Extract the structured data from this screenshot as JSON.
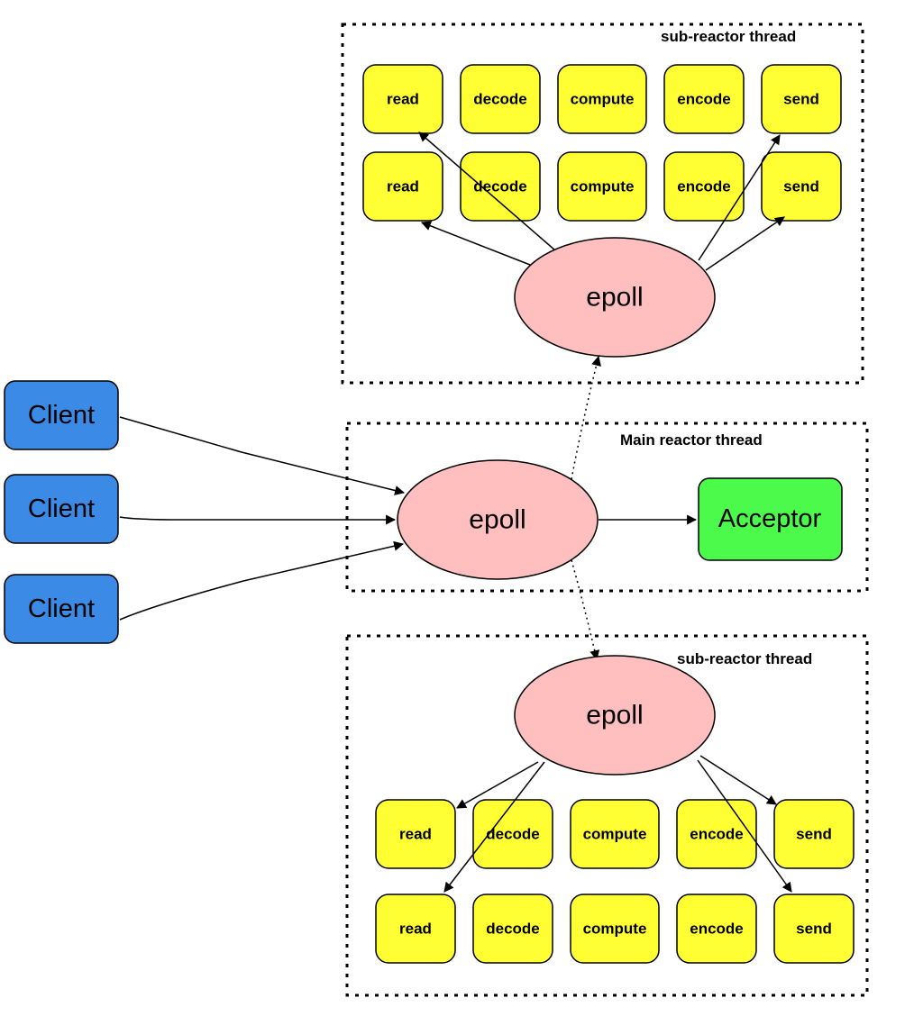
{
  "main": {
    "label": "Main reactor thread",
    "epoll": "epoll",
    "acceptor": "Acceptor"
  },
  "clients": [
    "Client",
    "Client",
    "Client"
  ],
  "sub_top": {
    "label": "sub-reactor thread",
    "epoll": "epoll",
    "rows": [
      [
        "read",
        "decode",
        "compute",
        "encode",
        "send"
      ],
      [
        "read",
        "decode",
        "compute",
        "encode",
        "send"
      ]
    ]
  },
  "sub_bottom": {
    "label": "sub-reactor thread",
    "epoll": "epoll",
    "rows": [
      [
        "read",
        "decode",
        "compute",
        "encode",
        "send"
      ],
      [
        "read",
        "decode",
        "compute",
        "encode",
        "send"
      ]
    ]
  },
  "colors": {
    "task": "#ffff33",
    "client": "#3b8be6",
    "acceptor": "#4cfa4c",
    "epoll": "#ffbfbf"
  }
}
